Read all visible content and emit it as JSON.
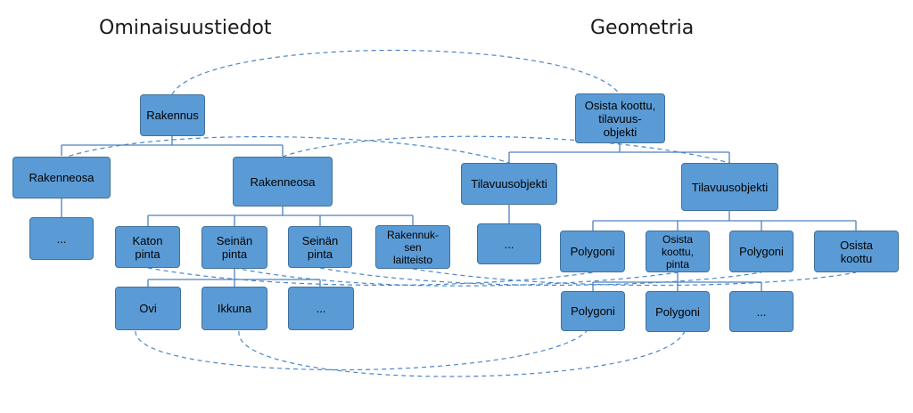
{
  "headings": {
    "attributes": "Ominaisuustiedot",
    "geometry": "Geometria"
  },
  "nodes": {
    "rakennus": "Rakennus",
    "rakenneosa_1": "Rakenneosa",
    "rakenneosa_2": "Rakenneosa",
    "ellipsis_left": "...",
    "katon_pinta": "Katon\npinta",
    "seinan_pinta_1": "Seinän\npinta",
    "seinan_pinta_2": "Seinän\npinta",
    "rakennuksen_laitteisto": "Rakennuk-\nsen\nlaitteisto",
    "ovi": "Ovi",
    "ikkuna": "Ikkuna",
    "ellipsis_mid": "...",
    "osista_koottu_tilavuusobjekti": "Osista koottu,\ntilavuus-\nobjekti",
    "tilavuusobjekti_1": "Tilavuusobjekti",
    "tilavuusobjekti_2": "Tilavuusobjekti",
    "ellipsis_geom_1": "...",
    "polygoni_1": "Polygoni",
    "osista_koottu_pinta": "Osista\nkoottu,\npinta",
    "polygoni_2": "Polygoni",
    "osista_koottu": "Osista\nkoottu",
    "polygoni_3": "Polygoni",
    "polygoni_4": "Polygoni",
    "ellipsis_geom_2": "..."
  }
}
